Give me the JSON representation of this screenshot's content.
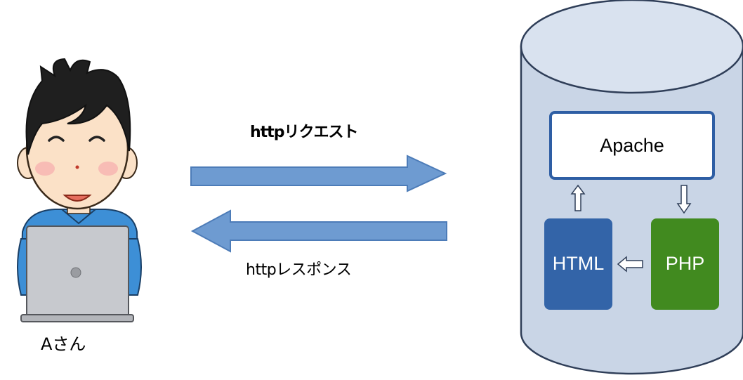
{
  "user": {
    "label": "Aさん"
  },
  "request": {
    "label": "httpリクエスト"
  },
  "response": {
    "label": "httpレスポンス"
  },
  "server": {
    "apache_label": "Apache",
    "html_label": "HTML",
    "php_label": "PHP"
  },
  "colors": {
    "arrow_fill": "#6e9bd1",
    "arrow_stroke": "#4d7cb8",
    "cylinder_fill": "#c9d5e6",
    "cylinder_top": "#d9e2ef",
    "cylinder_stroke": "#2f3e58",
    "apache_border": "#2e5ea4",
    "html_fill": "#3364a8",
    "php_fill": "#418a1f",
    "hair": "#1f1f1f",
    "skin": "#fbe1c7",
    "shirt": "#3d8fd6",
    "laptop": "#c7c9ce"
  }
}
